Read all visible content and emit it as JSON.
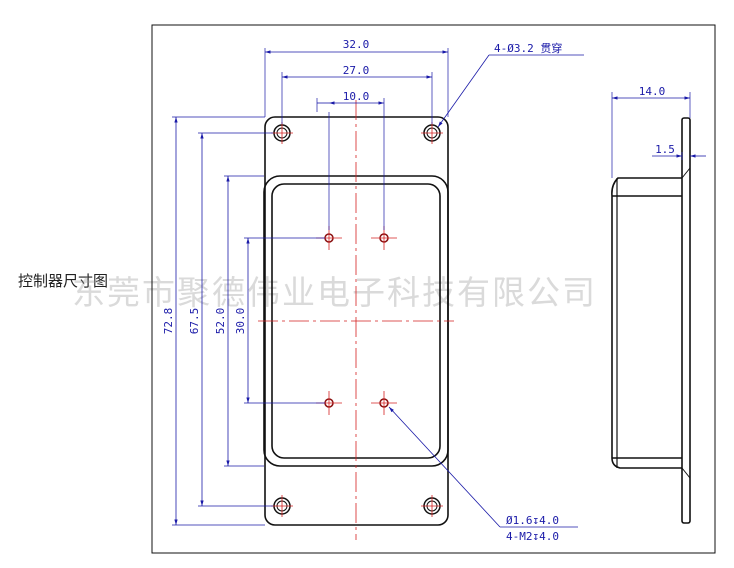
{
  "caption": "控制器尺寸图",
  "watermark": "东莞市聚德伟业电子科技有限公司",
  "colors": {
    "outline": "#111111",
    "dimension": "#1a1aa8",
    "centerline": "#d42020"
  },
  "dimensions": {
    "width_overall": "32.0",
    "hole_spacing_x": "27.0",
    "inner_spacing_x": "10.0",
    "height_overall": "72.8",
    "hole_spacing_y": "67.5",
    "pocket_height": "52.0",
    "inner_spacing_y": "30.0",
    "side_depth": "14.0",
    "flange_thickness": "1.5"
  },
  "notes": {
    "through_hole": "4-Ø3.2 贯穿",
    "small_hole_1": "Ø1.6↧4.0",
    "small_hole_2": "4-M2↧4.0"
  }
}
